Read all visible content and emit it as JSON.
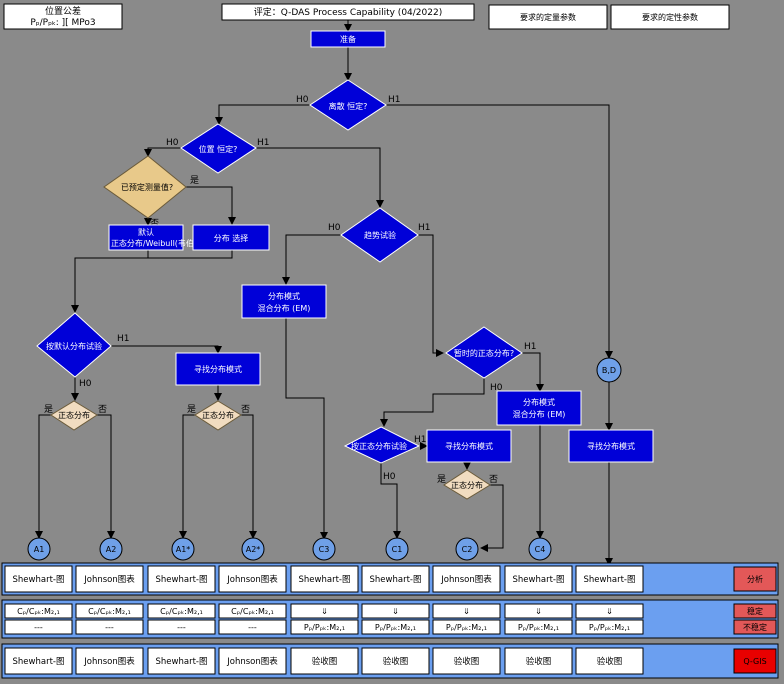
{
  "header": {
    "tolerance_title": "位置公差",
    "tolerance_sub": "Pₚ/Pₚₖ: ][ MPo3",
    "evaluation": "评定：Q-DAS Process Capability (04/2022)",
    "quant_params": "要求的定量参数",
    "qual_params": "要求的定性参数"
  },
  "nodes": {
    "prepare": "准备",
    "dispersion_constant": "离散 恒定?",
    "location_constant": "位置 恒定?",
    "predetermined": "已预定测量值?",
    "default_label": "默认",
    "default_dist": "正态分布/Weibull(韦伯尔)分布",
    "dist_select": "分布 选择",
    "trend_test": "趋势试验",
    "mixed_model_1a": "分布模式",
    "mixed_model_1b": "混合分布 (EM)",
    "default_test": "按默认分布试验",
    "find_model_1": "寻找分布模式",
    "normal_1": "正态分布",
    "normal_2": "正态分布",
    "temp_normal": "暂时的正态分布?",
    "mixed_model_2a": "分布模式",
    "mixed_model_2b": "混合分布 (EM)",
    "normal_test": "按正态分布试验",
    "find_model_2": "寻找分布模式",
    "normal_3": "正态分布",
    "find_model_3": "寻找分布模式",
    "bd": "B,D"
  },
  "labels": {
    "h0": "H0",
    "h1": "H1",
    "yes": "是",
    "no": "否"
  },
  "endpoints": [
    "A1",
    "A2",
    "A1*",
    "A2*",
    "C3",
    "C1",
    "C2",
    "C4"
  ],
  "row1": {
    "cells": [
      "Shewhart-图",
      "Johnson图表",
      "Shewhart-图",
      "Johnson图表",
      "Shewhart-图",
      "Shewhart-图",
      "Johnson图表",
      "Shewhart-图",
      "Shewhart-图"
    ],
    "badge": "分析"
  },
  "row2": {
    "cp_label": "Cₚ/Cₚₖ:M₂,₁",
    "dash": "---",
    "arrow": "⇓",
    "pp_label": "Pₚ/Pₚₖ:M₂,₁",
    "stable": "稳定",
    "unstable": "不稳定"
  },
  "row3": {
    "cells": [
      "Shewhart-图",
      "Johnson图表",
      "Shewhart-图",
      "Johnson图表",
      "验收图",
      "验收图",
      "验收图",
      "验收图",
      "验收图"
    ],
    "badge": "Q-GIS"
  },
  "colors": {
    "background": "#8a8a8a",
    "blue_node": "#0000d8",
    "gold_node": "#e8c98a",
    "tan_node": "#f1dcc0",
    "circle": "#6fa0e8",
    "band": "#6b9ff0",
    "badge_red": "#e35858",
    "badge_bright_red": "#e80000"
  }
}
